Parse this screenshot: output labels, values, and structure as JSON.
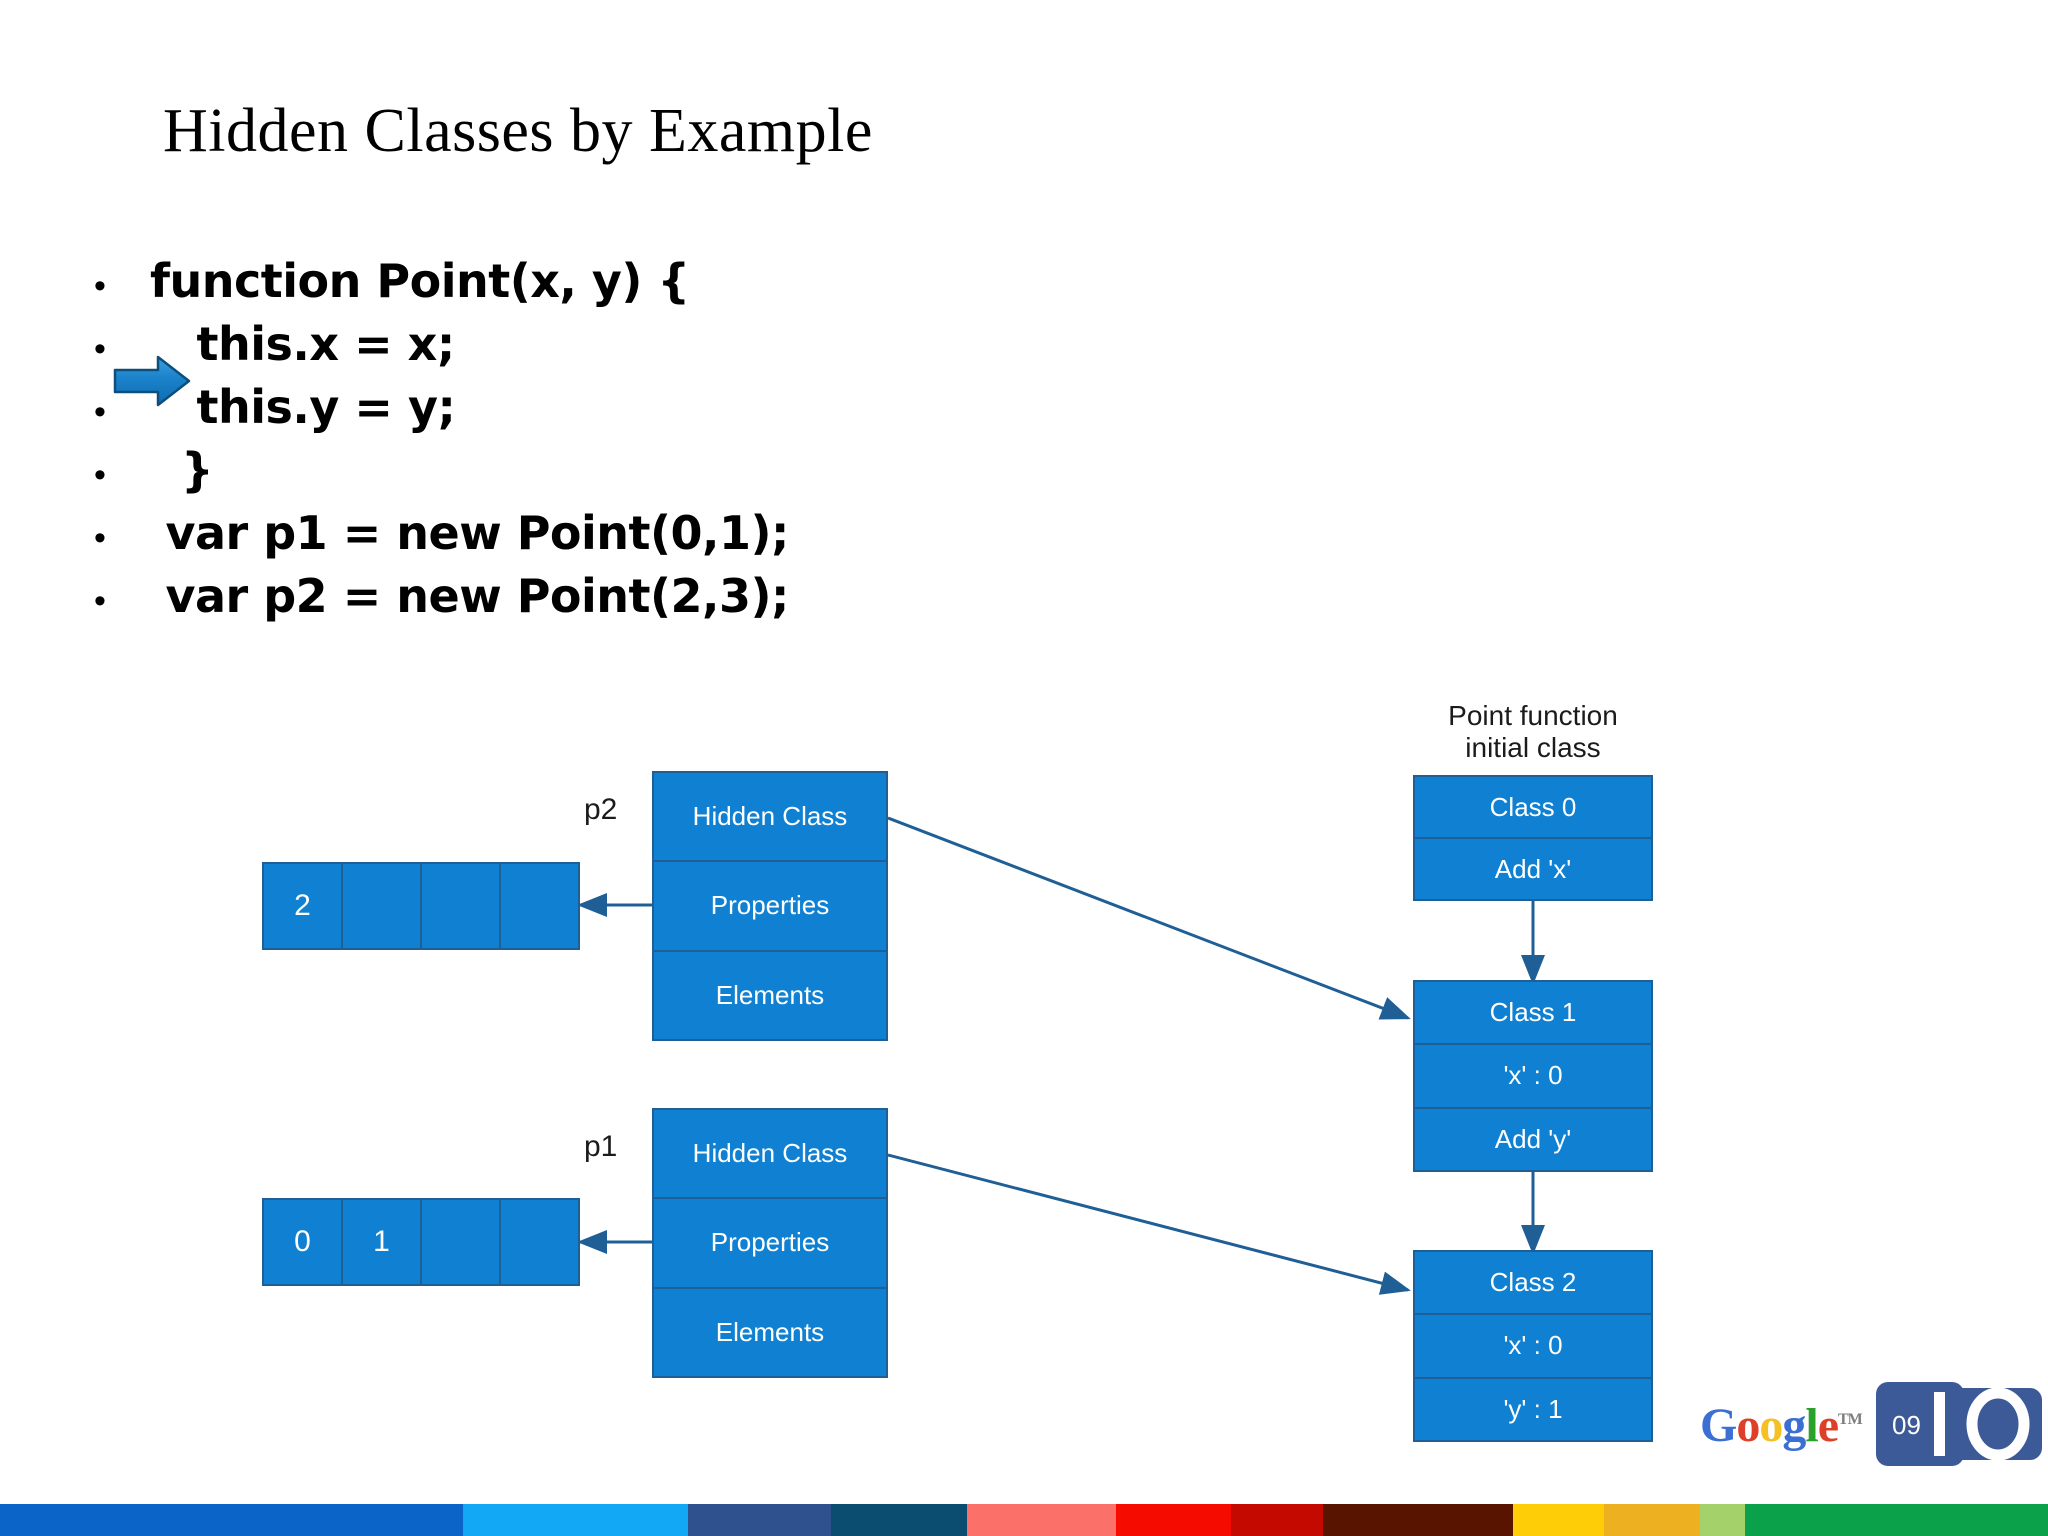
{
  "slide": {
    "title": "Hidden Classes by Example",
    "background_color": "#ffffff"
  },
  "code_block": {
    "bullet_glyph": "•",
    "lines": [
      "function Point(x, y) {",
      "   this.x = x;",
      "   this.y = y;",
      "  }",
      " var p1 = new Point(0,1);",
      " var p2 = new Point(2,3);"
    ],
    "pointer_arrow": {
      "name": "blue-right-arrow",
      "color": "#1b7fc4",
      "outline_color": "#0c4f7d"
    }
  },
  "diagram": {
    "accent_fill": "#1081d2",
    "accent_stroke": "#1f5f96",
    "connector_color": "#1f5f96",
    "caption": "Point function\ninitial class",
    "objects": [
      {
        "pointer_label": "p2",
        "box_rows": [
          "Hidden Class",
          "Properties",
          "Elements"
        ],
        "property_cells": [
          "2",
          "",
          "",
          ""
        ]
      },
      {
        "pointer_label": "p1",
        "box_rows": [
          "Hidden Class",
          "Properties",
          "Elements"
        ],
        "property_cells": [
          "0",
          "1",
          "",
          ""
        ]
      }
    ],
    "classes": [
      {
        "rows": [
          "Class 0",
          "Add 'x'"
        ]
      },
      {
        "rows": [
          "Class 1",
          "'x' : 0",
          "Add 'y'"
        ]
      },
      {
        "rows": [
          "Class 2",
          "'x' : 0",
          "'y' : 1"
        ]
      }
    ]
  },
  "footer": {
    "google_letters": [
      "G",
      "o",
      "o",
      "g",
      "l",
      "e"
    ],
    "trademark": "TM",
    "io_year": "09",
    "io_mark_color": "#3d5a98"
  },
  "color_bar": [
    {
      "name": "blue-strong",
      "color": "#0b65c8",
      "width_pct": 22.6
    },
    {
      "name": "blue-light",
      "color": "#13a8f5",
      "width_pct": 11.0
    },
    {
      "name": "blue-indigo",
      "color": "#2f528f",
      "width_pct": 7.0
    },
    {
      "name": "blue-teal",
      "color": "#0a4d70",
      "width_pct": 6.6
    },
    {
      "name": "red-salmon",
      "color": "#fb7068",
      "width_pct": 7.3
    },
    {
      "name": "red-bright",
      "color": "#f60b00",
      "width_pct": 5.6
    },
    {
      "name": "red-dark",
      "color": "#c40a00",
      "width_pct": 4.5
    },
    {
      "name": "brown-dark",
      "color": "#591400",
      "width_pct": 9.3
    },
    {
      "name": "yellow-gold",
      "color": "#ffcd07",
      "width_pct": 4.4
    },
    {
      "name": "yellow-amber",
      "color": "#edb021",
      "width_pct": 4.7
    },
    {
      "name": "green-light",
      "color": "#a4d169",
      "width_pct": 2.2
    },
    {
      "name": "green-strong",
      "color": "#0aa14a",
      "width_pct": 14.8
    }
  ]
}
